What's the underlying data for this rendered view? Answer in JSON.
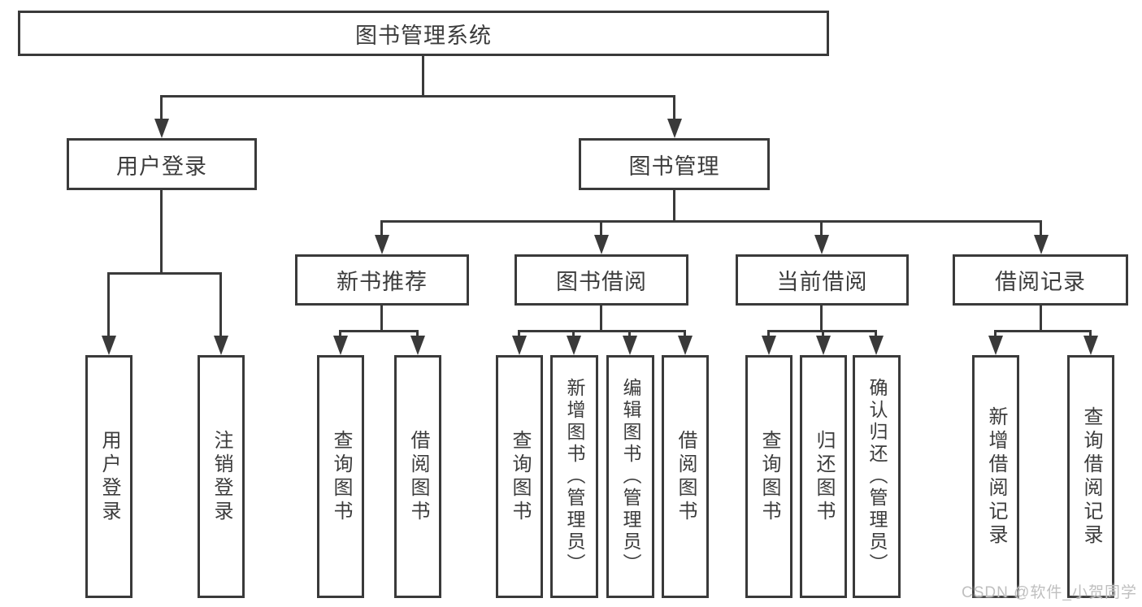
{
  "diagram_title": "图书管理系统",
  "colors": {
    "line": "#3a3a3a",
    "text": "#3c3c3c",
    "background": "#ffffff",
    "watermark": "#bfbfbf"
  },
  "nodes": {
    "root": "图书管理系统",
    "user_login": "用户登录",
    "book_management": "图书管理",
    "new_book_recommend": "新书推荐",
    "book_borrow": "图书借阅",
    "current_borrow": "当前借阅",
    "borrow_record": "借阅记录",
    "leaves": {
      "user_login": [
        "用户登录",
        "注销登录"
      ],
      "new_book_recommend": [
        "查询图书",
        "借阅图书"
      ],
      "book_borrow": [
        "查询图书",
        "新增图书（管理员）",
        "编辑图书（管理员）",
        "借阅图书"
      ],
      "current_borrow": [
        "查询图书",
        "归还图书",
        "确认归还（管理员）"
      ],
      "borrow_record": [
        "新增借阅记录",
        "查询借阅记录"
      ]
    }
  },
  "watermark": "CSDN @软件_小贺同学"
}
